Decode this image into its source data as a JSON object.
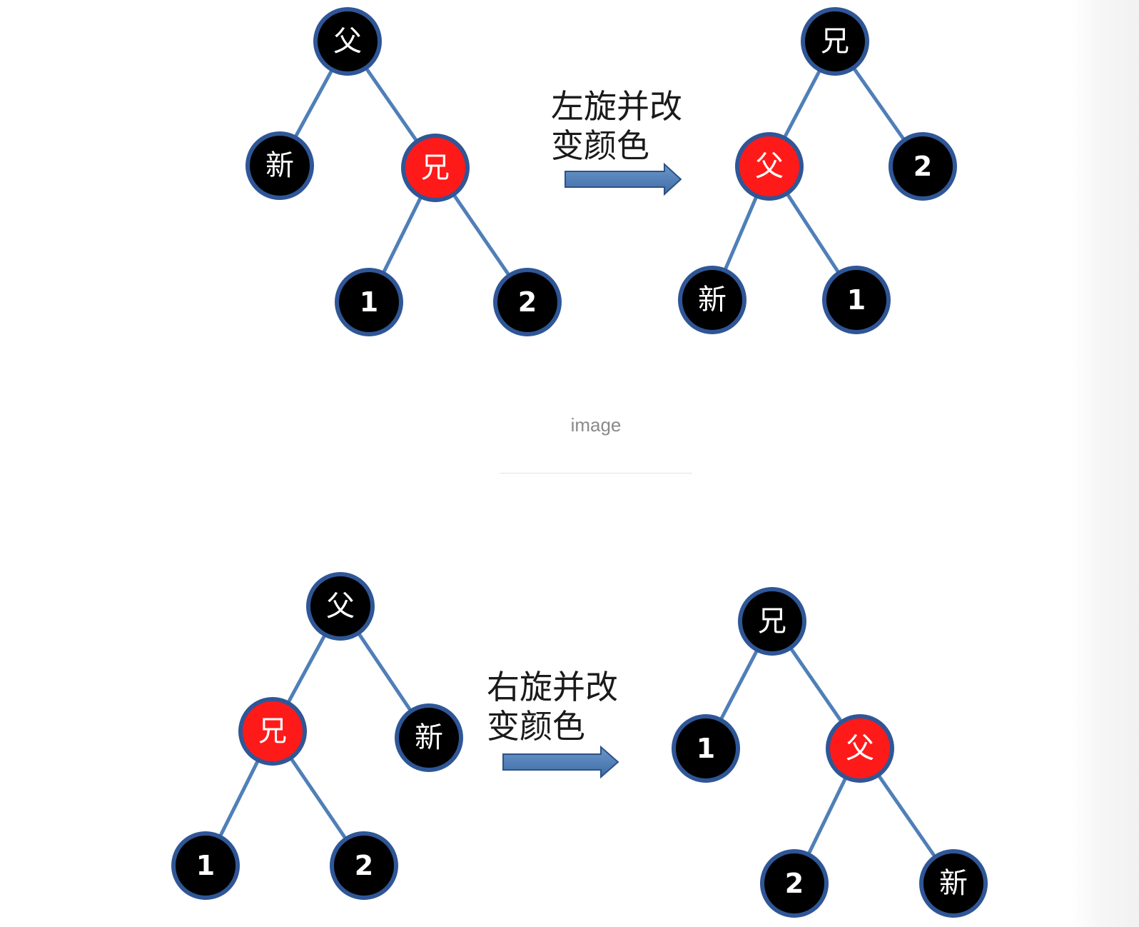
{
  "colors": {
    "black_node": "#000000",
    "red_node": "#ff1a1a",
    "node_border": "#2f5696",
    "edge": "#4f7fb8",
    "arrow": "#4a78b0",
    "arrow_border": "#2d5285"
  },
  "nodes": {
    "father": "父",
    "sibling": "兄",
    "new": "新",
    "one": "1",
    "two": "2"
  },
  "top": {
    "label_line1": "左旋并改",
    "label_line2": "变颜色"
  },
  "bottom": {
    "label_line1": "右旋并改",
    "label_line2": "变颜色"
  },
  "caption": "image"
}
